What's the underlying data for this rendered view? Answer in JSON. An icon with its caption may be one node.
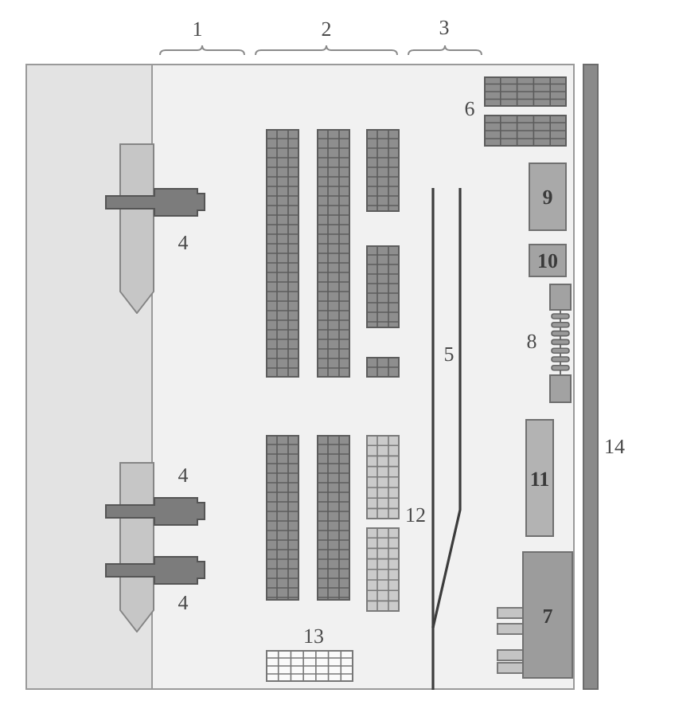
{
  "diagram": {
    "nodes": [
      {
        "text": [
          "9"
        ]
      },
      {
        "text": [
          "10"
        ]
      },
      {
        "text": [
          "11"
        ]
      },
      {
        "text": [
          "7"
        ]
      }
    ],
    "labels": [
      "1",
      "2",
      "3",
      "6",
      "4",
      "8",
      "5",
      "14",
      "4",
      "12",
      "4",
      "13"
    ]
  }
}
